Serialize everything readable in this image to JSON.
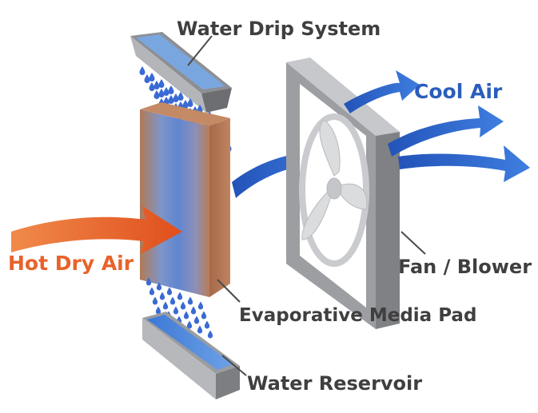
{
  "labels": {
    "water_drip_system": "Water Drip System",
    "cool_air": "Cool Air",
    "hot_dry_air": "Hot Dry Air",
    "fan_blower": "Fan / Blower",
    "evaporative_media_pad": "Evaporative Media Pad",
    "water_reservoir": "Water Reservoir"
  },
  "colors": {
    "hot_air": "#e8622a",
    "cool_air_arrow": "#2f5fc4",
    "cool_air_text": "#2a5dbd",
    "label_text": "#3f3f3f",
    "frame": "#8e8e90",
    "pad_edge": "#b57a4e",
    "pad_core": "#6f8fd0",
    "tray_water": "#5b8fd8",
    "drop": "#3a6ad4"
  },
  "icons": [
    "water-drop-icon",
    "arrow-icon",
    "fan-icon"
  ]
}
